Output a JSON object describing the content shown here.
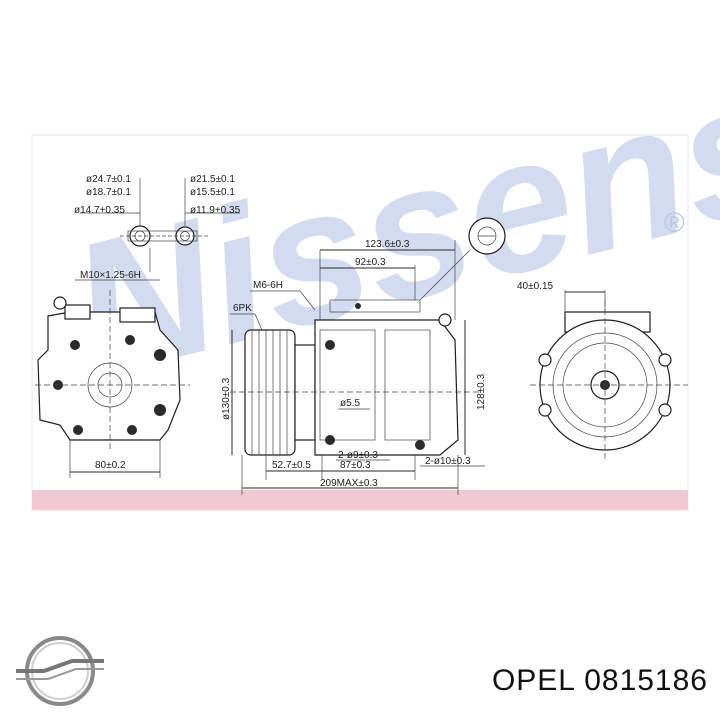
{
  "watermark": {
    "brand": "Nissens",
    "mark": "®"
  },
  "dimensions": {
    "port_a_outer": "ø24.7±0.1",
    "port_a_mid": "ø18.7±0.1",
    "port_a_inner": "ø14.7+0.35",
    "port_b_outer": "ø21.5±0.1",
    "port_b_mid": "ø15.5±0.1",
    "port_b_inner": "ø11.9+0.35",
    "thread": "M10×1.25-6H",
    "width_left": "80±0.2",
    "bolt_thread": "M6-6H",
    "pulley_grooves": "6PK",
    "length_a": "123.6±0.3",
    "length_b": "92±0.3",
    "pulley_diameter": "ø130±0.3",
    "height": "128±0.3",
    "hole_small": "ø5.5",
    "holes_a": "2-ø9±0.3",
    "length_c": "52.7±0.5",
    "length_d": "87±0.3",
    "holes_b": "2-ø10±0.3",
    "overall_length": "209MAX±0.3",
    "width_right": "40±0.15"
  },
  "colors": {
    "watermark": "#b9c5e6",
    "band": "#f2c8d2",
    "ink": "#2a2a2a"
  },
  "caption": "OPEL 0815186"
}
